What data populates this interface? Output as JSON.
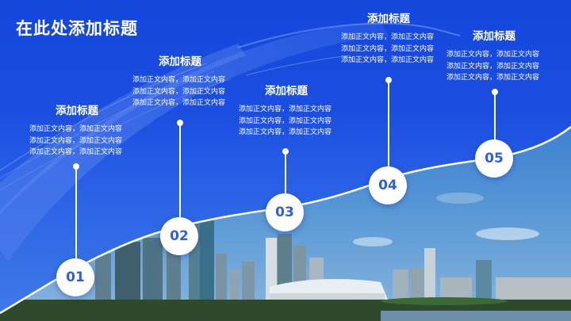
{
  "slide": {
    "title": "在此处添加标题",
    "colors": {
      "background_top": "#1446dc",
      "background_bottom": "#3f7ce6",
      "node_fill": "#ffffff",
      "node_text": "#2f5ee0",
      "text": "#ffffff"
    },
    "steps": [
      {
        "number": "01",
        "heading": "添加标题",
        "lines": [
          "添加正文内容，添加正文内容",
          "添加正文内容，添加正文内容",
          "添加正文内容，添加正文内容"
        ]
      },
      {
        "number": "02",
        "heading": "添加标题",
        "lines": [
          "添加正文内容，添加正文内容",
          "添加正文内容，添加正文内容",
          "添加正文内容，添加正文内容"
        ]
      },
      {
        "number": "03",
        "heading": "添加标题",
        "lines": [
          "添加正文内容，添加正文内容",
          "添加正文内容，添加正文内容",
          "添加正文内容，添加正文内容"
        ]
      },
      {
        "number": "04",
        "heading": "添加标题",
        "lines": [
          "添加正文内容，添加正文内容",
          "添加正文内容，添加正文内容",
          "添加正文内容，添加正文内容"
        ]
      },
      {
        "number": "05",
        "heading": "添加标题",
        "lines": [
          "添加正文内容，添加正文内容",
          "添加正文内容，添加正文内容",
          "添加正文内容，添加正文内容"
        ]
      }
    ]
  }
}
